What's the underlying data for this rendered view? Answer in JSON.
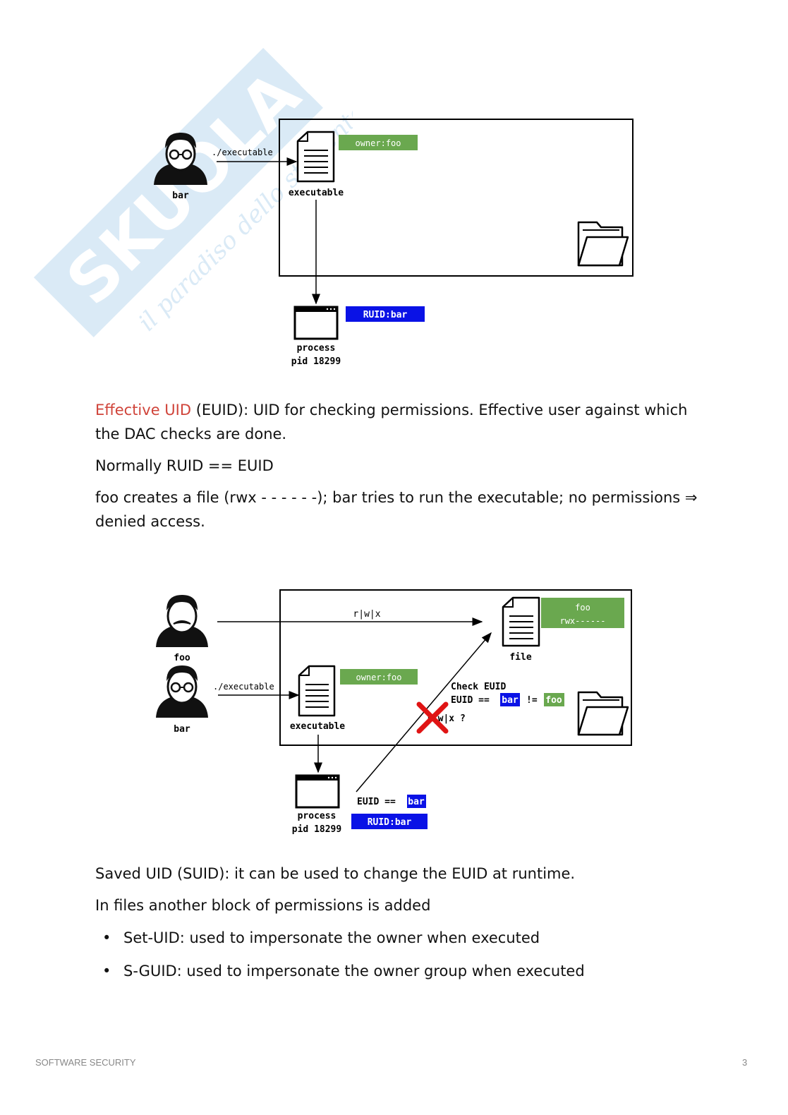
{
  "watermark": {
    "brand": "SKUOLA.net",
    "tagline": "il paradiso dello studente"
  },
  "diagram1": {
    "user_label": "bar",
    "command_label": "./executable",
    "file_label": "executable",
    "owner_tag": "owner:foo",
    "process_label": "process",
    "pid_label": "pid 18299",
    "ruid_tag": "RUID:bar"
  },
  "text": {
    "p1_highlight": "Effective UID",
    "p1_rest": " (EUID): UID for checking permissions. Effective user against which the DAC checks are done.",
    "p2": "Normally RUID == EUID",
    "p3": "foo creates a file (rwx - - - - - -); bar tries to run the executable; no permissions ⇒ denied access.",
    "p4": "Saved UID (SUID): it can be used to change the EUID at runtime.",
    "p5": "In files another block of permissions is added",
    "bullets": [
      "Set-UID: used to impersonate the owner when executed",
      "S-GUID: used to impersonate the owner  group when executed"
    ]
  },
  "diagram2": {
    "user_foo_label": "foo",
    "user_bar_label": "bar",
    "rwx_label": "r|w|x",
    "command_label": "./executable",
    "file_label": "file",
    "file_tag_owner": "foo",
    "file_tag_perms": "rwx------",
    "exec_label": "executable",
    "exec_owner_tag": "owner:foo",
    "check_title": "Check EUID",
    "check_prefix": "EUID ==",
    "check_euid_value": "bar",
    "check_neq": "!=",
    "check_owner_value": "foo",
    "rwx_query": "r|w|x ?",
    "process_label": "process",
    "pid_label": "pid 18299",
    "euid_prefix": "EUID ==",
    "euid_value": "bar",
    "ruid_tag": "RUID:bar"
  },
  "footer": {
    "title": "SOFTWARE SECURITY",
    "page": "3"
  },
  "colors": {
    "green_tag": "#6aa84f",
    "blue_tag": "#0a12e6",
    "red_highlight": "#d0443a",
    "red_cross": "#e01414"
  }
}
